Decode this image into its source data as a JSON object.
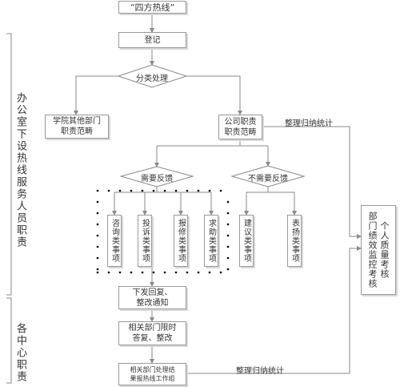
{
  "nodes": {
    "hotline": "“四方热线”",
    "register": "登记",
    "classify": "分类处理",
    "college_dept": [
      "学院其他部门",
      "职责范畴"
    ],
    "company_dept": [
      "公司职责",
      "职责范畴"
    ],
    "need_feedback": "需要反馈",
    "no_feedback": "不需要反馈",
    "consult": "咨询类事项",
    "complaint": "投诉类事项",
    "repair": "报修类事项",
    "help": "求助类事项",
    "suggest": "建议类事项",
    "praise": "表扬类事项",
    "issue_reply": [
      "下发回复、",
      "整改通知"
    ],
    "dept_reply": [
      "相关部门限时",
      "答复、整改"
    ],
    "report_back": [
      "相关部门处理结",
      "果报热线工作组"
    ],
    "assessment": [
      "个人质量考核",
      "部门绩效监控考核"
    ]
  },
  "labels": {
    "summary_top": "整理归纳统计",
    "summary_bottom": "整理归纳统计",
    "office_duty": "办公室下设热线服务人员职责",
    "center_duty": "各中心职责"
  },
  "colors": {
    "line": "#8a8a8a",
    "border": "#9a9a9a",
    "text": "#333333",
    "dot": "#000000"
  }
}
